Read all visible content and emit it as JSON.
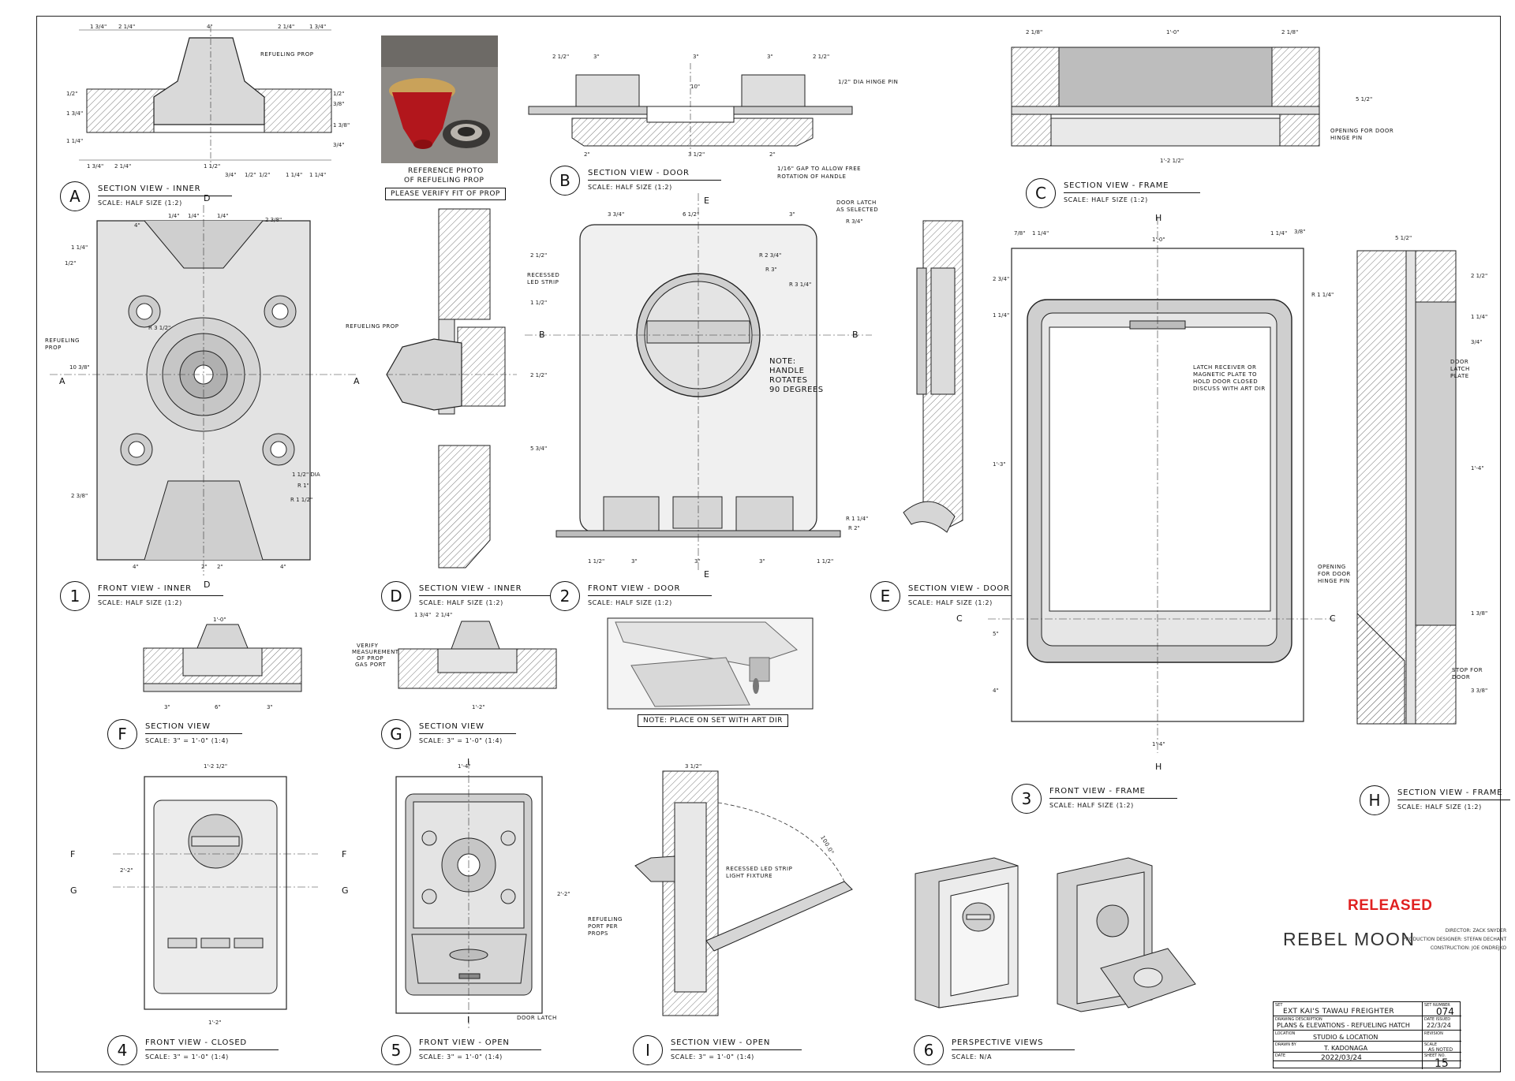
{
  "sheet": {
    "released": "RELEASED",
    "brand": "REBEL MOON",
    "credits": [
      "DIRECTOR: ZACK SNYDER",
      "PRODUCTION DESIGNER: STEFAN DECHANT",
      "CONSTRUCTION: JOE ONDREJKO"
    ],
    "title_block": {
      "set_label": "SET",
      "set_value": "EXT KAI'S TAWAU FREIGHTER",
      "set_no_label": "SET NUMBER",
      "set_no": "074",
      "drawing_label": "DRAWING DESCRIPTION",
      "drawing_desc": "PLANS & ELEVATIONS - REFUELING HATCH",
      "date_issued_label": "DATE ISSUED",
      "date_issued": "22/3/24",
      "location_label": "LOCATION",
      "location": "STUDIO & LOCATION",
      "drawn_by_label": "DRAWN BY",
      "drawn_by": "T. KADONAGA",
      "date_label": "DATE",
      "date": "2022/03/24",
      "scale_label": "SCALE",
      "scale": "AS NOTED",
      "sheet_no_label": "SHEET NO.",
      "sheet_no": "15",
      "revision_label": "REVISION"
    }
  },
  "views": [
    {
      "key": "A",
      "name": "SECTION VIEW - INNER",
      "scale": "SCALE: HALF SIZE (1:2)"
    },
    {
      "key": "B",
      "name": "SECTION VIEW - DOOR",
      "scale": "SCALE: HALF SIZE (1:2)"
    },
    {
      "key": "C",
      "name": "SECTION VIEW - FRAME",
      "scale": "SCALE: HALF SIZE (1:2)"
    },
    {
      "key": "1",
      "name": "FRONT VIEW - INNER",
      "scale": "SCALE: HALF SIZE (1:2)"
    },
    {
      "key": "D",
      "name": "SECTION VIEW - INNER",
      "scale": "SCALE: HALF SIZE (1:2)"
    },
    {
      "key": "2",
      "name": "FRONT VIEW - DOOR",
      "scale": "SCALE: HALF SIZE (1:2)"
    },
    {
      "key": "E",
      "name": "SECTION VIEW - DOOR",
      "scale": "SCALE: HALF SIZE (1:2)"
    },
    {
      "key": "3",
      "name": "FRONT VIEW - FRAME",
      "scale": "SCALE: HALF SIZE (1:2)"
    },
    {
      "key": "H",
      "name": "SECTION VIEW - FRAME",
      "scale": "SCALE: HALF SIZE (1:2)"
    },
    {
      "key": "F",
      "name": "SECTION VIEW",
      "scale": "SCALE: 3\" = 1'-0\" (1:4)"
    },
    {
      "key": "G",
      "name": "SECTION VIEW",
      "scale": "SCALE: 3\" = 1'-0\" (1:4)"
    },
    {
      "key": "4",
      "name": "FRONT VIEW - CLOSED",
      "scale": "SCALE: 3\" = 1'-0\" (1:4)"
    },
    {
      "key": "5",
      "name": "FRONT VIEW - OPEN",
      "scale": "SCALE: 3\" = 1'-0\" (1:4)"
    },
    {
      "key": "I",
      "name": "SECTION VIEW - OPEN",
      "scale": "SCALE: 3\" = 1'-0\" (1:4)"
    },
    {
      "key": "6",
      "name": "PERSPECTIVE VIEWS",
      "scale": "SCALE: N/A"
    }
  ],
  "notes": {
    "ref_photo_1": "REFERENCE PHOTO",
    "ref_photo_2": "OF REFUELING PROP",
    "verify_fit": "PLEASE VERIFY FIT OF PROP",
    "handle": [
      "NOTE:",
      "HANDLE",
      "ROTATES",
      "90 DEGREES"
    ],
    "place_on_set": "NOTE: PLACE ON SET WITH ART DIR",
    "refueling_prop": "REFUELING PROP",
    "refueling_prop_short": [
      "REFUELING",
      "PROP"
    ],
    "recessed_led": [
      "RECESSED",
      "LED STRIP"
    ],
    "recessed_led_fixture": [
      "RECESSED LED STRIP",
      "LIGHT FIXTURE"
    ],
    "hinge_pin": "1/2\" DIA HINGE PIN",
    "gap_note": [
      "1/16\" GAP TO ALLOW FREE",
      "ROTATION OF HANDLE"
    ],
    "opening_hinge": [
      "OPENING FOR DOOR",
      "HINGE PIN"
    ],
    "door_latch_selected": [
      "DOOR LATCH",
      "AS SELECTED"
    ],
    "latch_receiver": [
      "LATCH RECEIVER OR",
      "MAGNETIC PLATE TO",
      "HOLD DOOR CLOSED",
      "DISCUSS WITH ART DIR"
    ],
    "door_latch_plate": [
      "DOOR",
      "LATCH",
      "PLATE"
    ],
    "stop_for_door": [
      "STOP FOR",
      "DOOR"
    ],
    "verify_measurement": [
      "VERIFY",
      "MEASUREMENT",
      "OF PROP",
      "GAS PORT"
    ],
    "refueling_port": [
      "REFUELING",
      "PORT PER",
      "PROPS"
    ],
    "door_latch": "DOOR LATCH",
    "opening_hinge2": [
      "OPENING",
      "FOR DOOR",
      "HINGE PIN"
    ],
    "angle": "100.0°",
    "radius_notes": [
      "R 2 3/4\"",
      "R 3\"",
      "R 3 1/4\"",
      "R 3/4\"",
      "R 1 1/4\"",
      "R 3 1/2\"",
      "R 1\"",
      "R 1 1/2\"",
      "1 1/2\" DIA",
      "R 1 1/4\"",
      "R 2\""
    ]
  },
  "dims": {
    "a_top": [
      "1 3/4\"",
      "2 1/4\"",
      "4\"",
      "2 1/4\"",
      "1 3/4\""
    ],
    "a_right": [
      "1/2\"",
      "3/8\"",
      "1 3/8\"",
      "3/4\""
    ],
    "a_left": [
      "1/2\"",
      "1 3/4\"",
      "1 1/4\""
    ],
    "a_bottom": [
      "1 3/4\"",
      "2 1/4\"",
      "1 1/2\"",
      "3/4\"",
      "1/2\"",
      "1/2\"",
      "1 1/4\"",
      "1 1/4\""
    ],
    "b_top": [
      "2 1/2\"",
      "3\"",
      "3\"",
      "3\"",
      "2 1/2\""
    ],
    "b_mid": "10\"",
    "b_bottom": [
      "2\"",
      "3 1/2\"",
      "2\""
    ],
    "c_top": [
      "2 1/8\"",
      "1'-0\"",
      "2 1/8\""
    ],
    "c_bottom": "1'-2 1/2\"",
    "c_right": "5 1/2\"",
    "f_top": "1'-0\"",
    "f_bottom": [
      "3\"",
      "6\"",
      "3\""
    ],
    "g_top": [
      "1 3/4\"",
      "2 1/4\""
    ],
    "g_bottom": "1'-2\"",
    "v4_top": "1'-2 1/2\"",
    "v4_side": "2'-2\"",
    "v4_bottom": "1'-2\"",
    "v5_top": "1'-4\"",
    "v5_side": "2'-2\"",
    "vi_top": "3 1/2\"",
    "v1_top": [
      "4\"",
      "1/4\"",
      "1/4\"",
      "1/4\"",
      "2 3/8\""
    ],
    "v1_bottom": [
      "4\"",
      "2\"",
      "2\"",
      "4\""
    ],
    "v1_left": [
      "1 1/4\"",
      "1/2\"",
      "10 3/8\"",
      "2 3/8\""
    ],
    "v2_top": [
      "3 3/4\"",
      "6 1/2\"",
      "3\""
    ],
    "v2_left": [
      "2 1/2\"",
      "1 1/2\"",
      "2 1/2\"",
      "5 3/4\""
    ],
    "v2_bottom": [
      "1 1/2\"",
      "3\"",
      "3\"",
      "3\"",
      "1 1/2\""
    ],
    "v3_top": [
      "7/8\"",
      "1 1/4\"",
      "1'-0\"",
      "1 1/4\"",
      "3/8\""
    ],
    "v3_left": [
      "2 3/4\"",
      "1 1/4\"",
      "1'-3\"",
      "5\"",
      "4\""
    ],
    "v3_bottom": "1'-4\"",
    "h_top": "5 1/2\"",
    "h_right": [
      "2 1/2\"",
      "3/4\"",
      "1 1/4\"",
      "1'-4\"",
      "1 3/8\"",
      "3 3/8\""
    ]
  },
  "cut_markers": [
    "A",
    "A",
    "B",
    "B",
    "C",
    "C",
    "D",
    "D",
    "E",
    "E",
    "F",
    "F",
    "G",
    "G",
    "H",
    "H",
    "I",
    "I"
  ]
}
